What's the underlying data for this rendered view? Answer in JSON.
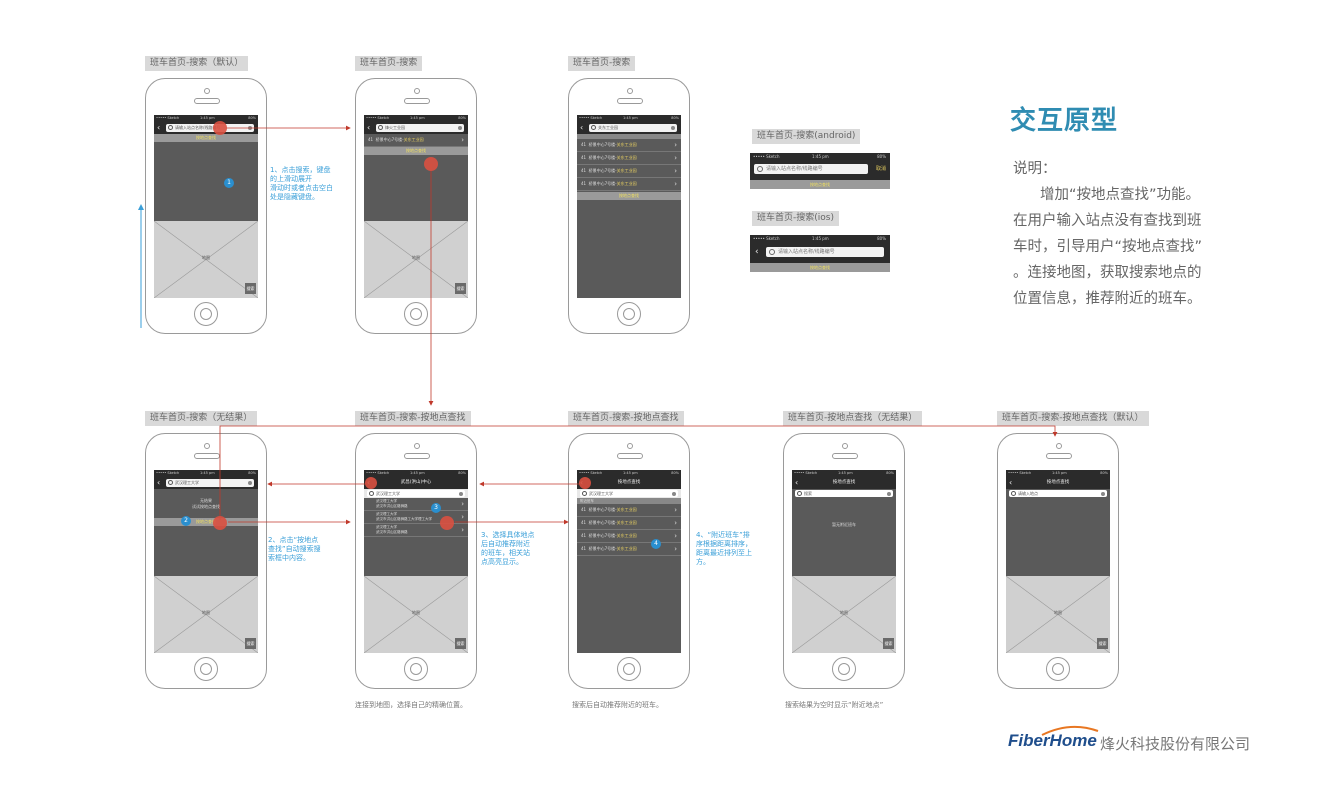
{
  "header": {
    "title": "交互原型",
    "desc_label": "说明：",
    "desc_lines": [
      "增加“按地点查找”功能。",
      "在用户输入站点没有查找到班",
      "车时，引导用户“按地点查找”",
      "。连接地图，获取搜索地点的",
      "位置信息，推荐附近的班车。"
    ]
  },
  "top_labels": [
    "班车首页-搜索（默认）",
    "班车首页-搜索",
    "班车首页-搜索"
  ],
  "bottom_labels": [
    "班车首页-搜索（无结果）",
    "班车首页-搜索-按地点查找",
    "班车首页-搜索-按地点查找",
    "班车首页-按地点查找（无结果）",
    "班车首页-搜索-按地点查找（默认）"
  ],
  "android_label": "班车首页-搜索(android)",
  "ios_label": "班车首页-搜索(ios)",
  "status": {
    "carrier": "••••• Sketch",
    "time": "1:45 pm",
    "battery": "80%"
  },
  "search_placeholder": "请输入站点名称/线路编号",
  "search_button": "取消",
  "yellow_bar": "按地点查找",
  "screens": {
    "s1": {
      "search": "请输入站点名称/线路编号",
      "bar": "按地点查找",
      "map": "地图",
      "btn": "搜索"
    },
    "s2": {
      "search": "烽火工业园",
      "bar": "按地点查找",
      "row_num": "41",
      "row_text": "桥景中心7号楼-",
      "row_hi": "关东工业园",
      "map": "地图",
      "btn": "搜索"
    },
    "s3": {
      "search": "关东工业园",
      "rows": [
        {
          "num": "41",
          "text": "桥景中心7号楼-",
          "hi": "关东工业园"
        },
        {
          "num": "41",
          "text": "桥景中心7号楼-",
          "hi": "关东工业园"
        },
        {
          "num": "41",
          "text": "桥景中心7号楼-",
          "hi": "关东工业园"
        },
        {
          "num": "41",
          "text": "桥景中心7号楼-",
          "hi": "关东工业园"
        }
      ],
      "bar": "按地点查找"
    },
    "b1": {
      "search": "武汉理工大学",
      "nores1": "无结果",
      "nores2": "试试按地点查找",
      "bar": "按地点查找",
      "map": "地图",
      "btn": "搜索"
    },
    "b2": {
      "title": "武昌(洪山)中心",
      "search": "武汉理工大学",
      "places": [
        {
          "name": "武汉理工大学",
          "addr": "武汉市洪山区珞狮路"
        },
        {
          "name": "武汉理工大学",
          "addr": "武汉市洪山区珞狮路工大学理工大学"
        },
        {
          "name": "武汉理工大学",
          "addr": "武汉市洪山区珞狮路"
        }
      ],
      "map": "地图",
      "btn": "搜索"
    },
    "b3": {
      "title": "按地点查找",
      "search": "武汉理工大学",
      "section": "附近班车",
      "rows": [
        {
          "num": "41",
          "text": "桥景中心7号楼-",
          "hi": "关东工业园"
        },
        {
          "num": "41",
          "text": "桥景中心7号楼-",
          "hi": "关东工业园"
        },
        {
          "num": "41",
          "text": "桥景中心7号楼-",
          "hi": "关东工业园"
        },
        {
          "num": "41",
          "text": "桥景中心7号楼-",
          "hi": "关东工业园"
        }
      ]
    },
    "b4": {
      "title": "按地点查找",
      "search": "搜索",
      "nores": "暂无附近班车",
      "map": "地图",
      "btn": "搜索"
    },
    "b5": {
      "title": "按地点查找",
      "search": "请输入地点",
      "map": "地图",
      "btn": "搜索"
    }
  },
  "notes": {
    "n1": "1、点击搜索，键盘\n的上滑动展开\n滑动时或者点击空白\n处是隐藏键盘。",
    "n2": "2、点击“按地点\n查找”自动搜索搜\n索框中内容。",
    "n3": "3、选择具体地点\n后自动推荐附近\n的班车，相关站\n点高亮显示。",
    "n4": "4、“附近班车”排\n序根据距离排序，\n距离最近排列至上\n方。"
  },
  "badges": [
    "1",
    "2",
    "3",
    "4"
  ],
  "captions": [
    "连接到地图，选择自己的精确位置。",
    "搜索后自动推荐附近的班车。",
    "搜索结果为空时显示“附近地点”"
  ],
  "footer": {
    "brand": "FiberHome",
    "company": "烽火科技股份有限公司"
  },
  "colors": {
    "accent": "#2f8cb2",
    "note": "#3a9fd8",
    "arrow": "#c0392b",
    "screen": "#5a5a5a"
  }
}
